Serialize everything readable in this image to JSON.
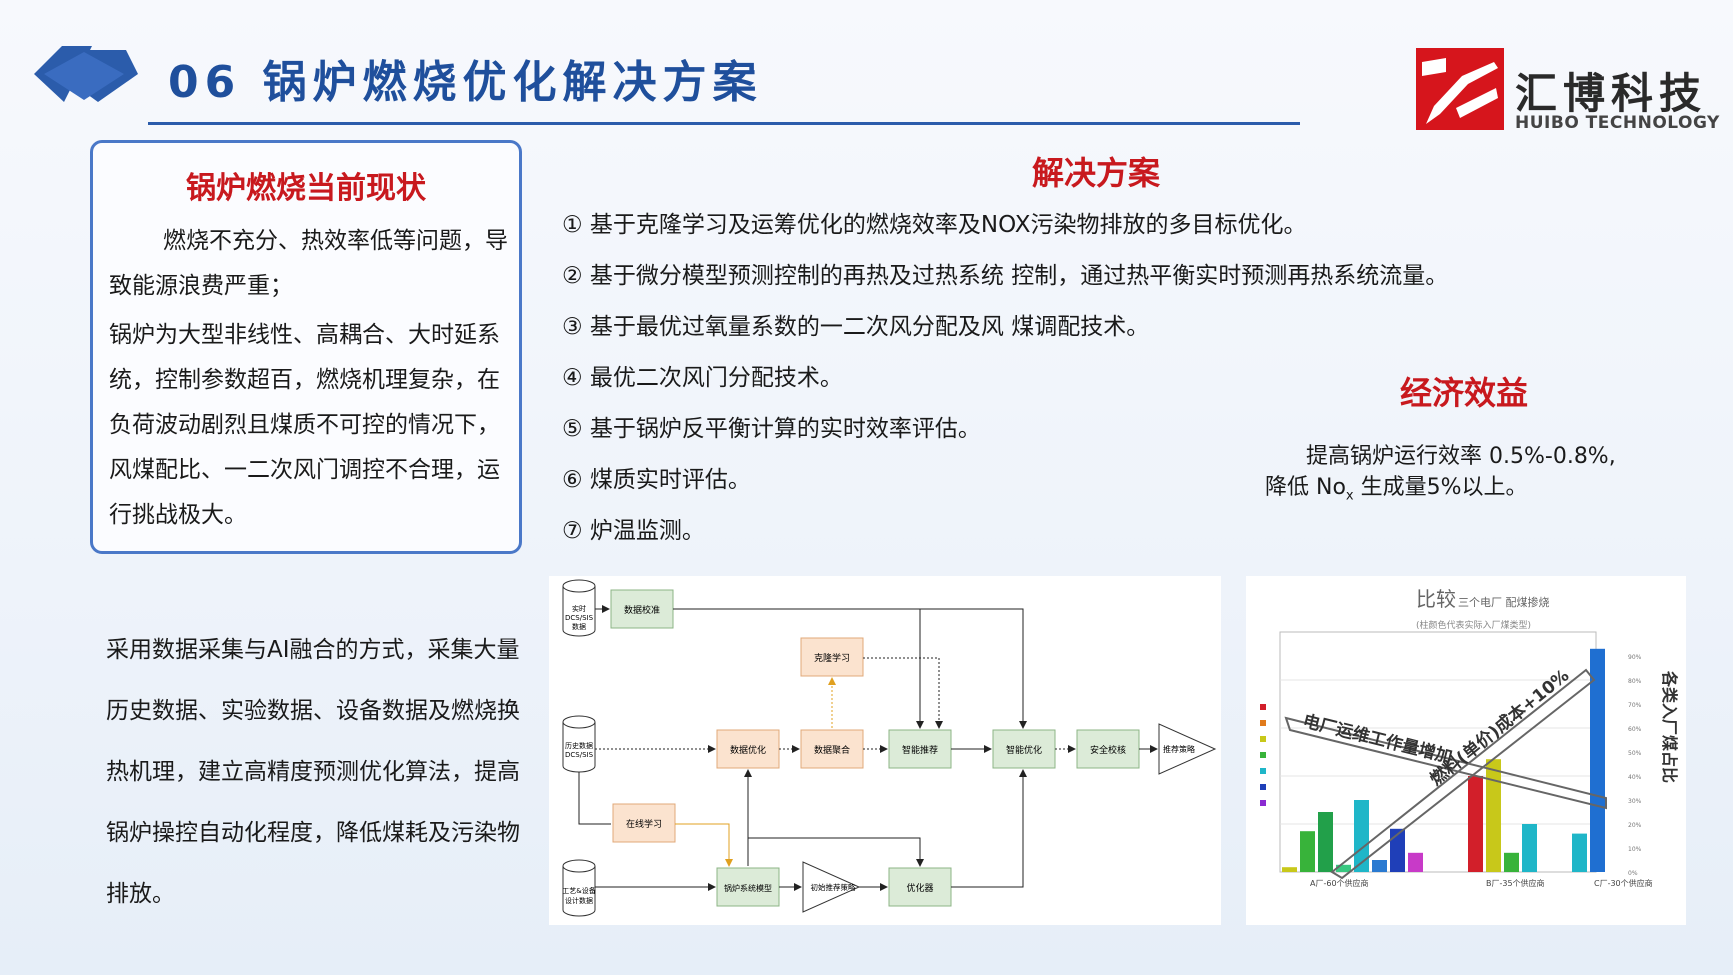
{
  "header": {
    "title": "06  锅炉燃烧优化解决方案",
    "logo_cn": "汇博科技",
    "logo_en": "HUIBO TECHNOLOGY",
    "accent_color": "#1f4f9c",
    "brand_red": "#d6151c"
  },
  "status": {
    "title": "锅炉燃烧当前现状",
    "para1": "燃烧不充分、热效率低等问题，导致能源浪费严重；",
    "para2": "锅炉为大型非线性、高耦合、大时延系统，控制参数超百，燃烧机理复杂，在负荷波动剧烈且煤质不可控的情况下，风煤配比、一二次风门调控不合理，运行挑战极大。"
  },
  "solution": {
    "title": "解决方案",
    "items": [
      "① 基于克隆学习及运筹优化的燃烧效率及NOX污染物排放的多目标优化。",
      "② 基于微分模型预测控制的再热及过热系统 控制，通过热平衡实时预测再热系统流量。",
      "③ 基于最优过氧量系数的一二次风分配及风 煤调配技术。",
      "④ 最优二次风门分配技术。",
      "⑤ 基于锅炉反平衡计算的实时效率评估。",
      "⑥ 煤质实时评估。",
      "⑦ 炉温监测。"
    ]
  },
  "benefit": {
    "title": "经济效益",
    "line1": "提高锅炉运行效率 0.5%-0.8%,",
    "line2_pre": "降低 No",
    "line2_sub": "x",
    "line2_post": " 生成量5%以上。"
  },
  "method": {
    "text": "采用数据采集与AI融合的方式，采集大量历史数据、实验数据、设备数据及燃烧换热机理，建立高精度预测优化算法，提高锅炉操控自动化程度，降低煤耗及污染物排放。"
  },
  "flow": {
    "db1": [
      "实时",
      "DCS/SIS",
      "数据"
    ],
    "db2": [
      "历史数据",
      "DCS/SIS"
    ],
    "db3": [
      "工艺&设备",
      "设计数据"
    ],
    "calib": "数据校准",
    "clone": "克隆学习",
    "optim": "数据优化",
    "agg": "数据聚合",
    "recommend": "智能推荐",
    "smart": "智能优化",
    "safety": "安全校核",
    "strategy": "推荐策略",
    "online": "在线学习",
    "model": "锅炉系统模型",
    "initial": "初始推荐策略",
    "optimizer": "优化器"
  },
  "chart_data": {
    "type": "bar",
    "title": "比较",
    "subtitle": "三个电厂 配煤掺烧",
    "note": "(柱颜色代表实际入厂煤类型)",
    "ylabel": "各类入厂煤占比",
    "categories": [
      "A厂-60个供应商",
      "B厂-35个供应商",
      "C厂-30个供应商"
    ],
    "annotations": [
      "电厂运维工作量增加",
      "燃料(单价)成本+10%"
    ],
    "yticks": [
      "0%",
      "10%",
      "20%",
      "30%",
      "40%",
      "50%",
      "60%",
      "70%",
      "80%",
      "90%"
    ],
    "legend_colors": [
      "#d21f2a",
      "#e07a1c",
      "#c8c81a",
      "#38b33a",
      "#1fb6c8",
      "#1f3fb8",
      "#8a2ad1"
    ],
    "series": [
      {
        "color": "#c8c81a",
        "values": [
          2,
          0,
          0
        ]
      },
      {
        "color": "#38b33a",
        "values": [
          17,
          0,
          0
        ]
      },
      {
        "color": "#22a04a",
        "values": [
          25,
          0,
          0
        ]
      },
      {
        "color": "#38c880",
        "values": [
          3,
          0,
          0
        ]
      },
      {
        "color": "#1fb6c8",
        "values": [
          30,
          0,
          0
        ]
      },
      {
        "color": "#2a7ad1",
        "values": [
          5,
          0,
          0
        ]
      },
      {
        "color": "#1f3fb8",
        "values": [
          18,
          0,
          0
        ]
      },
      {
        "color": "#c83ac8",
        "values": [
          8,
          0,
          0
        ]
      },
      {
        "color": "#d21f2a",
        "values": [
          0,
          40,
          0
        ]
      },
      {
        "color": "#c8c81a",
        "values": [
          0,
          47,
          0
        ]
      },
      {
        "color": "#38b33a",
        "values": [
          0,
          8,
          0
        ]
      },
      {
        "color": "#1fb6c8",
        "values": [
          0,
          20,
          16
        ]
      },
      {
        "color": "#1f6fd1",
        "values": [
          0,
          0,
          93
        ]
      }
    ],
    "ylim": [
      0,
      100
    ]
  }
}
